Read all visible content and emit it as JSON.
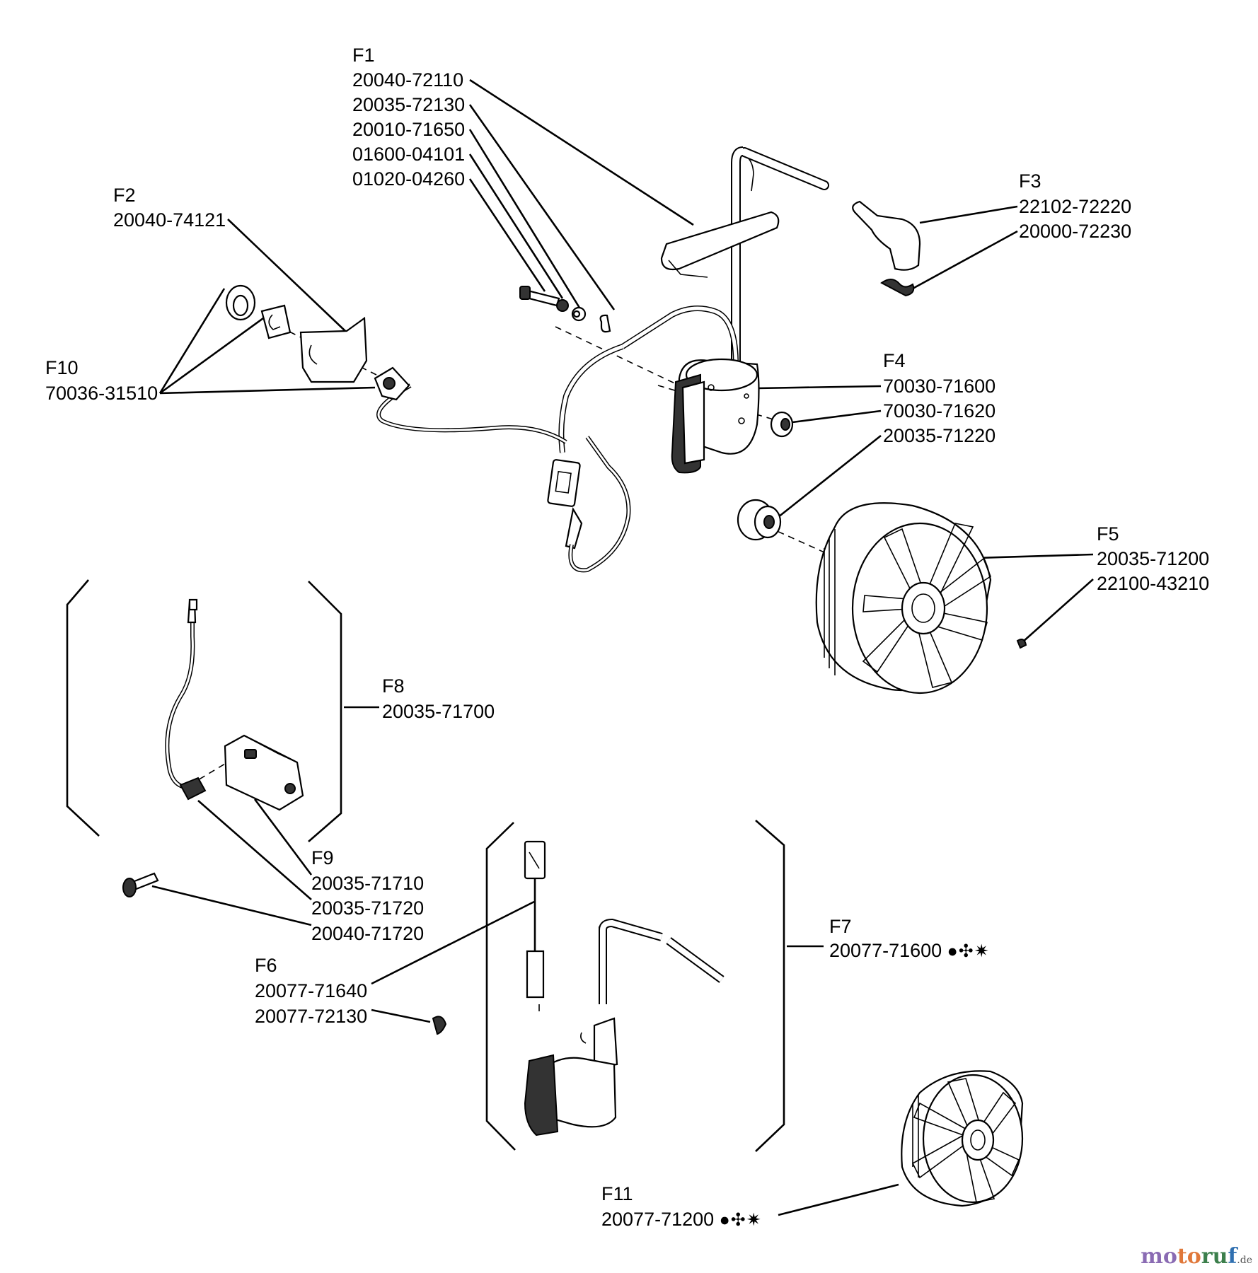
{
  "groups": {
    "F1": {
      "code": "F1",
      "parts": [
        "20040-72110",
        "20035-72130",
        "20010-71650",
        "01600-04101",
        "01020-04260"
      ]
    },
    "F2": {
      "code": "F2",
      "parts": [
        "20040-74121"
      ]
    },
    "F3": {
      "code": "F3",
      "parts": [
        "22102-72220",
        "20000-72230"
      ]
    },
    "F4": {
      "code": "F4",
      "parts": [
        "70030-71600",
        "70030-71620",
        "20035-71220"
      ]
    },
    "F5": {
      "code": "F5",
      "parts": [
        "20035-71200",
        "22100-43210"
      ]
    },
    "F6": {
      "code": "F6",
      "parts": [
        "20077-71640",
        "20077-72130"
      ]
    },
    "F7": {
      "code": "F7",
      "parts": [
        "20077-71600"
      ],
      "symbols": "●✣✷"
    },
    "F8": {
      "code": "F8",
      "parts": [
        "20035-71700"
      ]
    },
    "F9": {
      "code": "F9",
      "parts": [
        "20035-71710",
        "20035-71720",
        "20040-71720"
      ]
    },
    "F10": {
      "code": "F10",
      "parts": [
        "70036-31510"
      ]
    },
    "F11": {
      "code": "F11",
      "parts": [
        "20077-71200"
      ],
      "symbols": "●✣✷"
    }
  },
  "watermark": {
    "p1": "mo",
    "p2": "to",
    "p3": "ru",
    "p4": "f",
    "tld": ".de"
  }
}
